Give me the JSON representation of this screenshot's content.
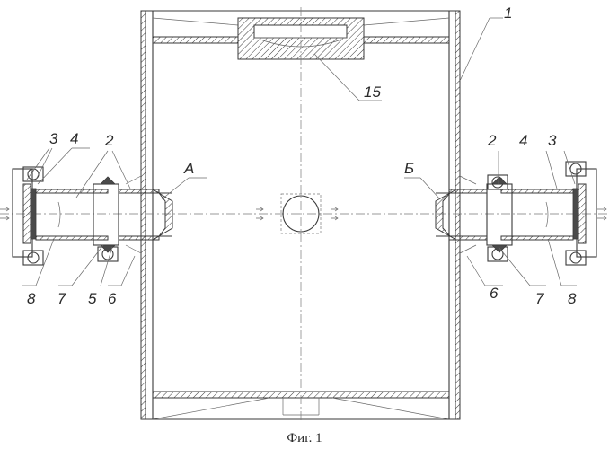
{
  "figure": {
    "caption": "Фиг. 1"
  },
  "labels": {
    "n1": "1",
    "n15": "15",
    "left_3": "3",
    "left_4": "4",
    "left_2": "2",
    "letter_a": "А",
    "right_2": "2",
    "right_4": "4",
    "right_3": "3",
    "letter_b": "Б",
    "left_8": "8",
    "left_7": "7",
    "left_5": "5",
    "left_6": "6",
    "right_6": "6",
    "right_7": "7",
    "right_8": "8"
  }
}
